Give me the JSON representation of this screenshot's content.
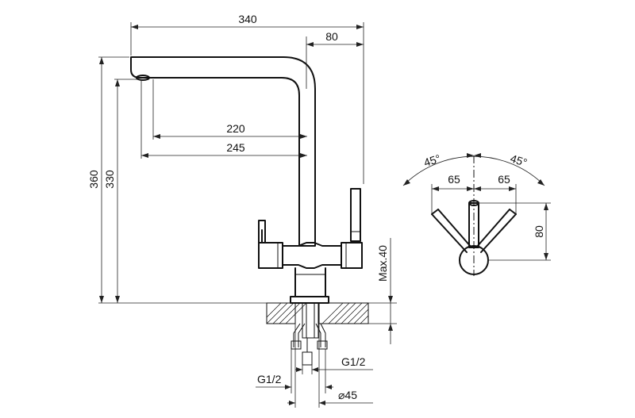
{
  "front_view": {
    "dimensions": {
      "overall_width": "340",
      "spout_offset": "80",
      "reach_inner": "220",
      "reach_outer": "245",
      "overall_height": "360",
      "spout_height": "330",
      "max_thickness": "Max.40",
      "thread_left": "G1/2",
      "thread_right": "G1/2",
      "hole_diameter": "⌀45"
    }
  },
  "top_view": {
    "dimensions": {
      "angle_left": "45°",
      "angle_right": "45°",
      "offset_left": "65",
      "offset_right": "65",
      "depth": "80"
    }
  }
}
